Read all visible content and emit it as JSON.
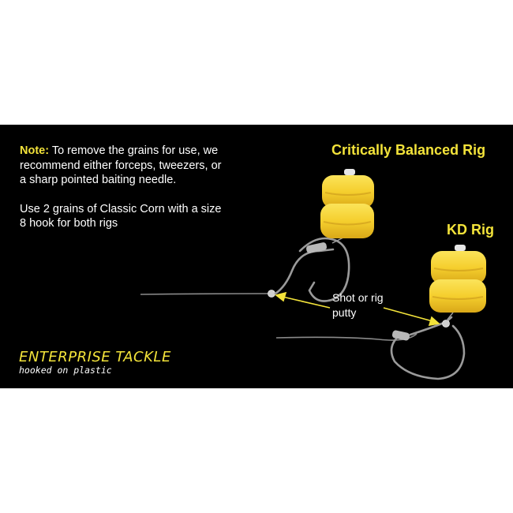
{
  "note": {
    "label": "Note:",
    "text": " To remove the grains for use, we recommend either forceps, tweezers, or a sharp pointed baiting needle.",
    "usage": "Use 2 grains of Classic Corn with a size 8 hook for both rigs"
  },
  "rigs": {
    "critically_balanced": "Critically Balanced Rig",
    "kd": "KD Rig"
  },
  "callout": "Shot or rig putty",
  "brand": {
    "name": "ENTERPRISE TACKLE",
    "tagline": "hooked on plastic"
  },
  "colors": {
    "background": "#000000",
    "accent": "#f3e33a",
    "corn": "#f5cf2e",
    "text": "#ffffff"
  }
}
